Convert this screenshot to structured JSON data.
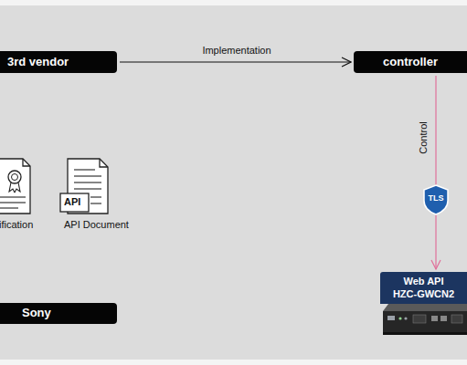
{
  "diagram": {
    "nodes": [
      {
        "text": [
          "3rd vendor"
        ]
      },
      {
        "text": [
          "controller"
        ]
      },
      {
        "text": [
          "TLS"
        ]
      },
      {
        "text": [
          "Web API",
          "HZC-GWCN2"
        ]
      },
      {
        "text": [
          "Sony"
        ]
      }
    ],
    "edges": [
      {
        "from": 0,
        "to": 1,
        "arrow": "to",
        "label": "Implementation"
      },
      {
        "from": 1,
        "to": 3,
        "arrow": "to",
        "label": "Control"
      }
    ],
    "labels": [
      "ification",
      "API",
      "API Document"
    ]
  }
}
